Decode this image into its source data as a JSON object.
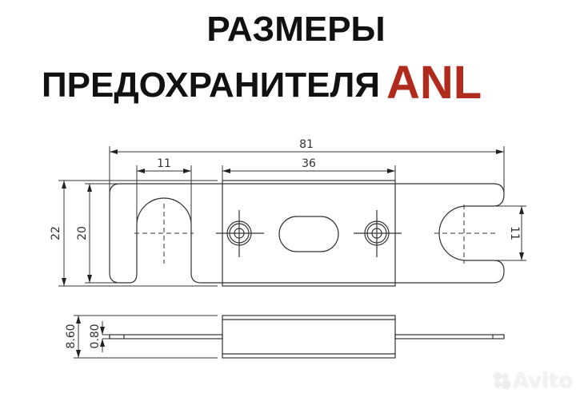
{
  "title": {
    "line1": "РАЗМЕРЫ",
    "line2": "ПРЕДОХРАНИТЕЛЯ",
    "accent": "ANL",
    "accent_color": "#b02a1e",
    "text_color": "#111111"
  },
  "drawing": {
    "units": "mm",
    "line_color": "#333333",
    "dimensions": {
      "overall_length": "81",
      "body_length": "36",
      "slot_width_left": "11",
      "slot_width_right": "11",
      "overall_height": "22",
      "blade_height": "20",
      "side_total_thickness": "8.60",
      "blade_thickness": "0.80"
    },
    "views": [
      "top-view",
      "side-view"
    ]
  },
  "watermark": {
    "text": "Avito",
    "icon": "avito-dots-icon"
  }
}
